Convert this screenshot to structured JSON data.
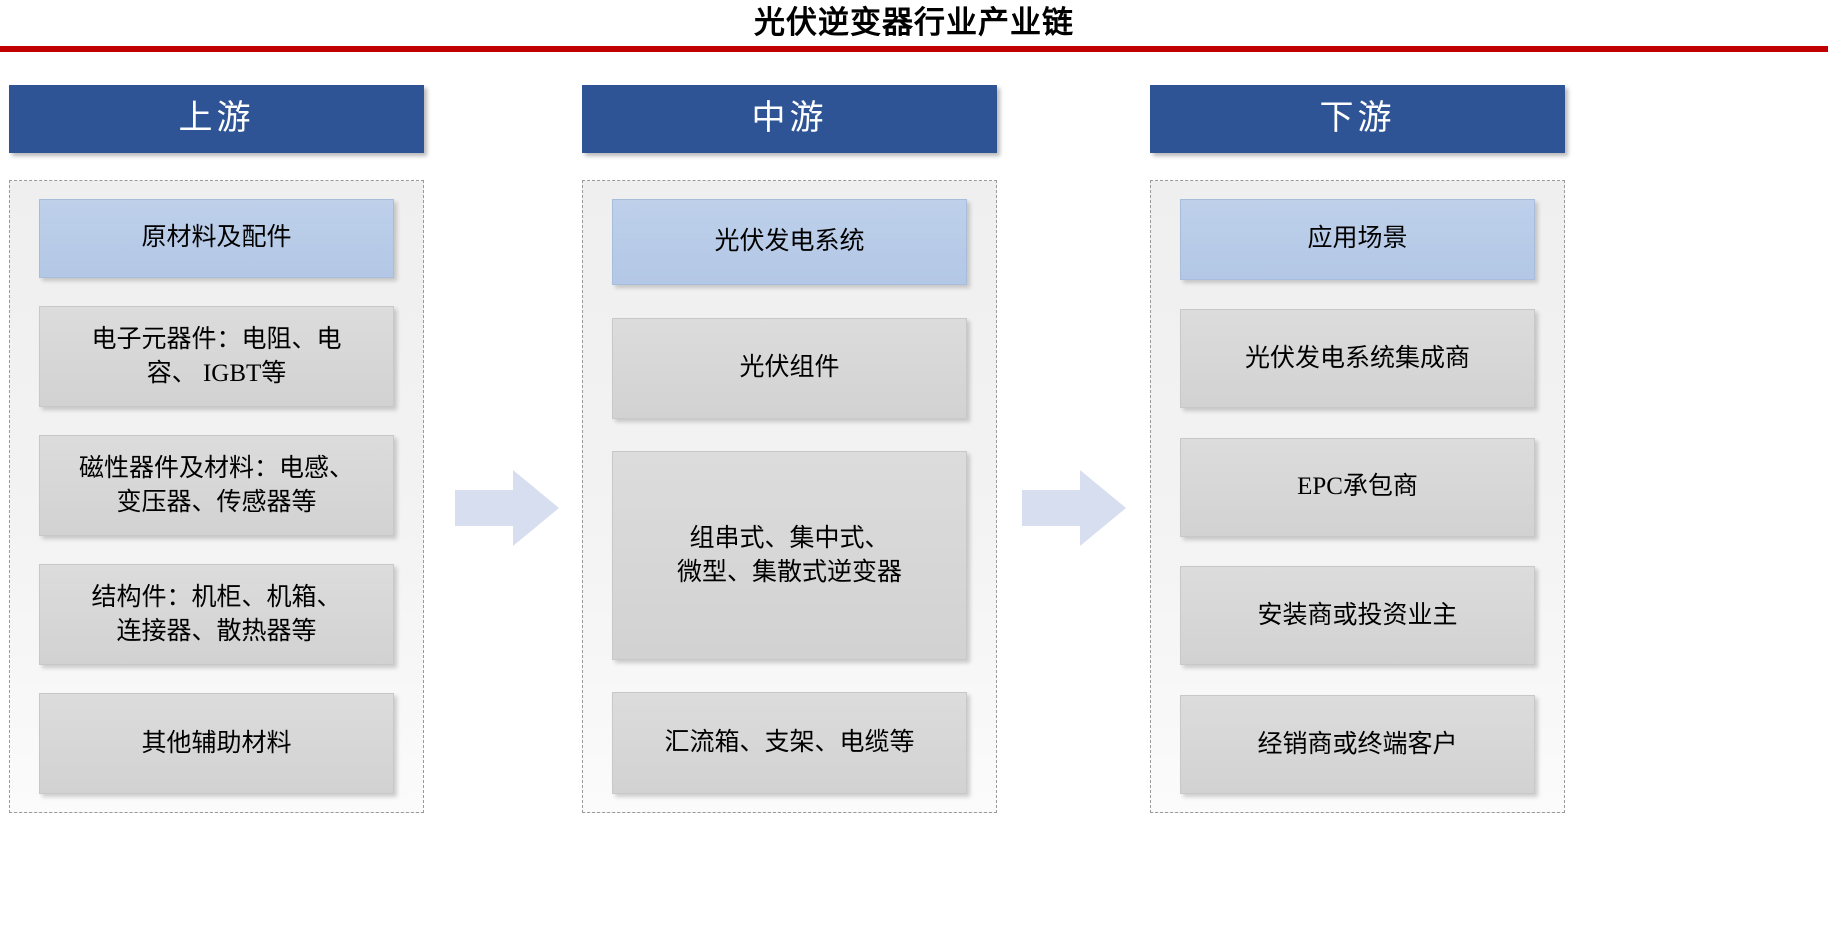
{
  "title": "光伏逆变器行业产业链",
  "accent_rule_color": "#C00000",
  "header_color": "#2E5496",
  "head_node_color": "#B7CBE8",
  "node_color": "#D6D6D6",
  "arrow_color": "#D6DEF0",
  "arrows": [
    {
      "name": "upstream-to-midstream"
    },
    {
      "name": "midstream-to-downstream"
    }
  ],
  "columns": [
    {
      "id": "upstream",
      "header": "上游",
      "nodes": [
        {
          "label": "原材料及配件",
          "variant": "head",
          "flex": 1.02
        },
        {
          "label": "电子元器件：电阻、电容、 IGBT等",
          "variant": "plain",
          "flex": 1.34
        },
        {
          "label": "磁性器件及材料：电感、变压器、传感器等",
          "variant": "plain",
          "flex": 1.34
        },
        {
          "label": "结构件：机柜、机箱、连接器、散热器等",
          "variant": "plain",
          "flex": 1.34
        },
        {
          "label": "其他辅助材料",
          "variant": "plain",
          "flex": 1.34
        }
      ]
    },
    {
      "id": "midstream",
      "header": "中游",
      "nodes": [
        {
          "label": "光伏发电系统",
          "variant": "head",
          "flex": 1.0
        },
        {
          "label": "光伏组件",
          "variant": "plain",
          "flex": 1.2
        },
        {
          "label": "组串式、集中式、微型、集散式逆变器",
          "variant": "plain",
          "flex": 2.6
        },
        {
          "label": "汇流箱、支架、电缆等",
          "variant": "plain",
          "flex": 1.2
        }
      ]
    },
    {
      "id": "downstream",
      "header": "下游",
      "nodes": [
        {
          "label": "应用场景",
          "variant": "head",
          "flex": 1.0
        },
        {
          "label": "光伏发电系统集成商",
          "variant": "plain",
          "flex": 1.26
        },
        {
          "label": "EPC承包商",
          "variant": "plain",
          "flex": 1.26
        },
        {
          "label": "安装商或投资业主",
          "variant": "plain",
          "flex": 1.26
        },
        {
          "label": "经销商或终端客户",
          "variant": "plain",
          "flex": 1.26
        }
      ]
    }
  ]
}
